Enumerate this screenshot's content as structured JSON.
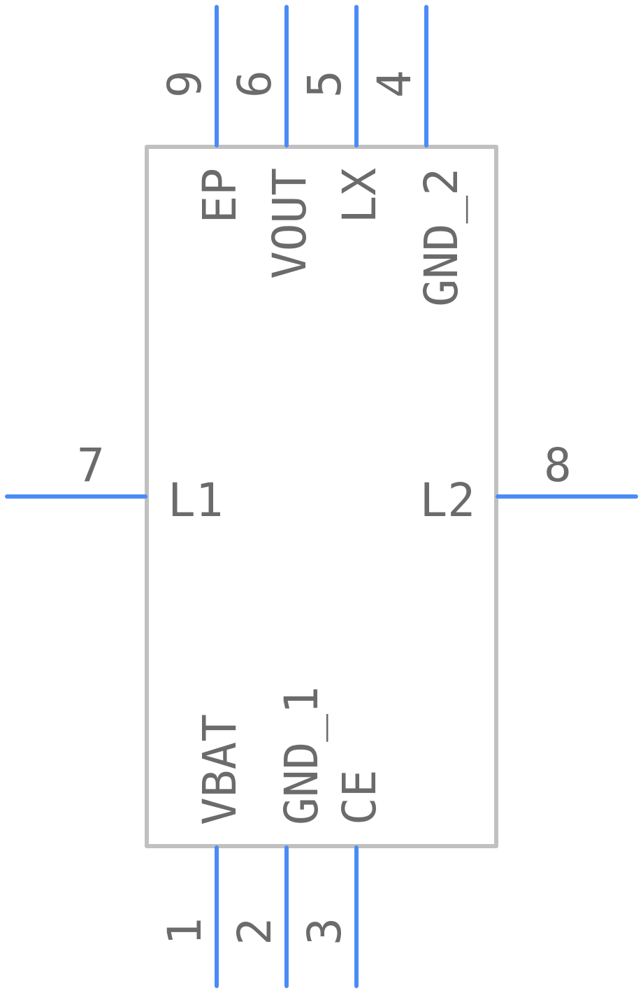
{
  "colors": {
    "pin": "#4a8cf5",
    "body": "#c0c0c0",
    "text": "#6b6b6b",
    "background": "#ffffff"
  },
  "pins": {
    "p9": {
      "number": "9",
      "name": "EP"
    },
    "p6": {
      "number": "6",
      "name": "VOUT"
    },
    "p5": {
      "number": "5",
      "name": "LX"
    },
    "p4": {
      "number": "4",
      "name": "GND_2"
    },
    "p7": {
      "number": "7",
      "name": "L1"
    },
    "p8": {
      "number": "8",
      "name": "L2"
    },
    "p1": {
      "number": "1",
      "name": "VBAT"
    },
    "p2": {
      "number": "2",
      "name": "GND_1"
    },
    "p3": {
      "number": "3",
      "name": "CE"
    }
  }
}
